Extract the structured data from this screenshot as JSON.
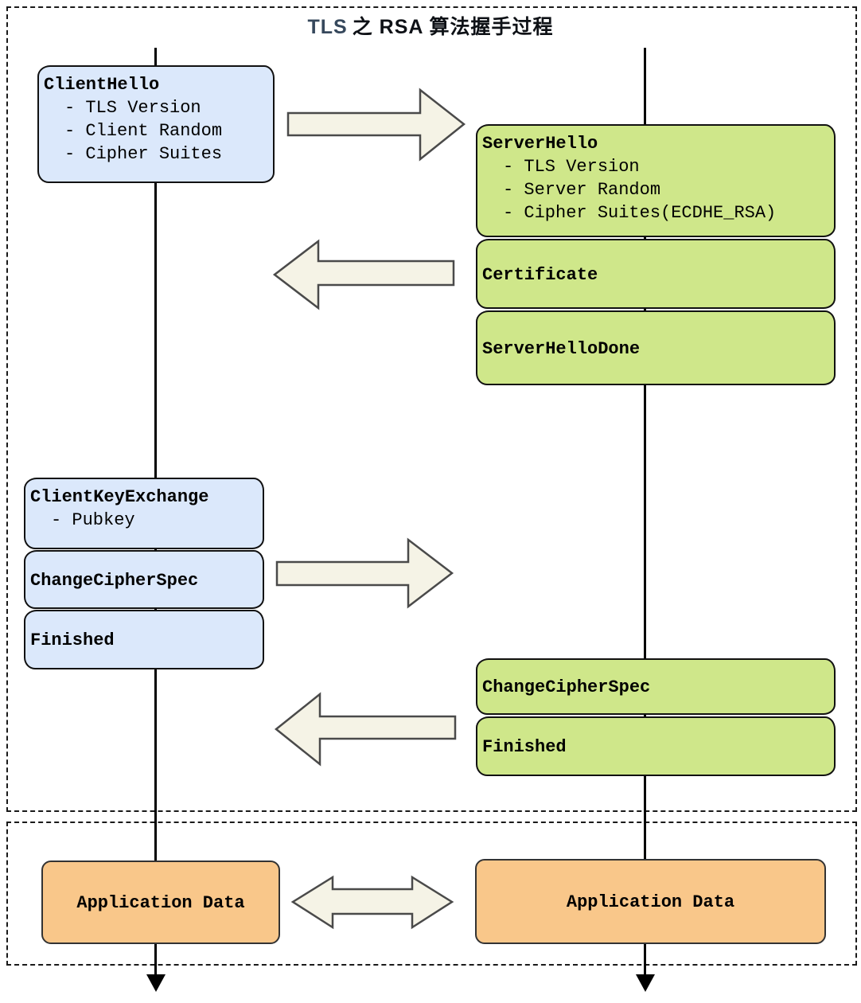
{
  "title": {
    "prefix": "TLS",
    "rest": "之 RSA 算法握手过程"
  },
  "client": {
    "hello": {
      "title": "ClientHello",
      "items": [
        "- TLS Version",
        "- Client Random",
        "- Cipher Suites"
      ]
    },
    "key_exchange": {
      "title": "ClientKeyExchange",
      "items": [
        "- Pubkey"
      ]
    },
    "change_cipher_spec": "ChangeCipherSpec",
    "finished": "Finished",
    "app_data": "Application Data"
  },
  "server": {
    "hello": {
      "title": "ServerHello",
      "items": [
        "- TLS Version",
        "- Server Random",
        "- Cipher Suites(ECDHE_RSA)"
      ]
    },
    "certificate": "Certificate",
    "hello_done": "ServerHelloDone",
    "change_cipher_spec": "ChangeCipherSpec",
    "finished": "Finished",
    "app_data": "Application Data"
  },
  "arrows": [
    {
      "name": "client-to-server-hello-arrow",
      "direction": "right"
    },
    {
      "name": "server-to-client-certificate-arrow",
      "direction": "left"
    },
    {
      "name": "client-to-server-finish-arrow",
      "direction": "right"
    },
    {
      "name": "server-to-client-finish-arrow",
      "direction": "left"
    },
    {
      "name": "application-data-exchange-arrow",
      "direction": "both"
    }
  ],
  "colors": {
    "client_box": "#dbe8fb",
    "server_box": "#cfe78a",
    "app_data_box": "#f9c78a",
    "arrow_fill": "#f5f3e6",
    "arrow_stroke": "#4a4a4a",
    "title_prefix": "#36485c",
    "text": "#000000",
    "frame_dash": "#1a1a1a"
  }
}
